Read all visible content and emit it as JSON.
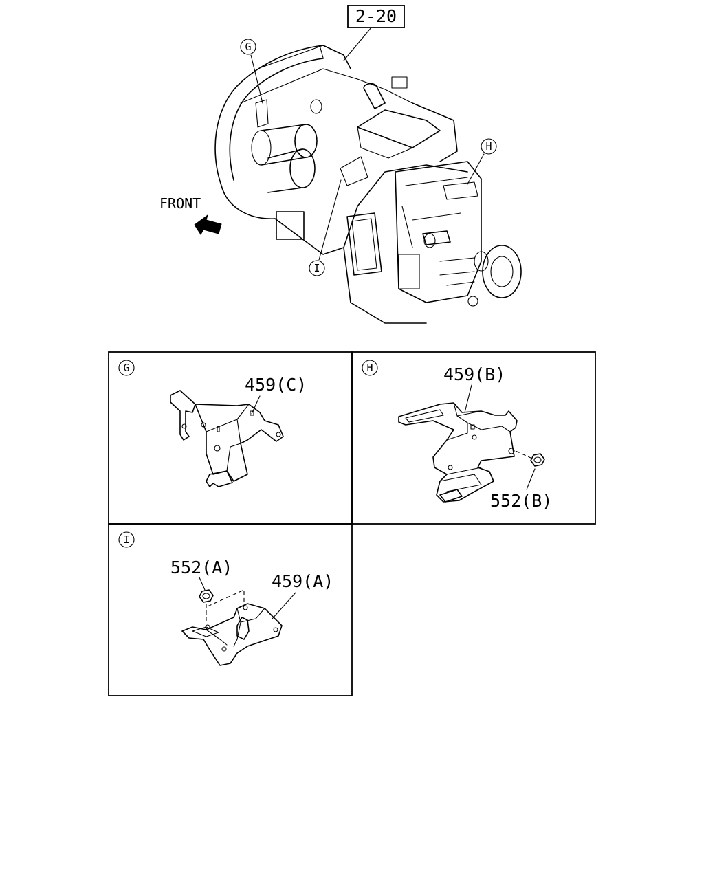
{
  "figure": {
    "ref_box": "2-20",
    "front_label": "FRONT",
    "callouts": [
      "G",
      "H",
      "I"
    ]
  },
  "panels": [
    {
      "id": "G",
      "parts": [
        {
          "label": "459(C)"
        }
      ]
    },
    {
      "id": "H",
      "parts": [
        {
          "label": "459(B)"
        },
        {
          "label": "552(B)"
        }
      ]
    },
    {
      "id": "I",
      "parts": [
        {
          "label": "552(A)"
        },
        {
          "label": "459(A)"
        }
      ]
    }
  ]
}
